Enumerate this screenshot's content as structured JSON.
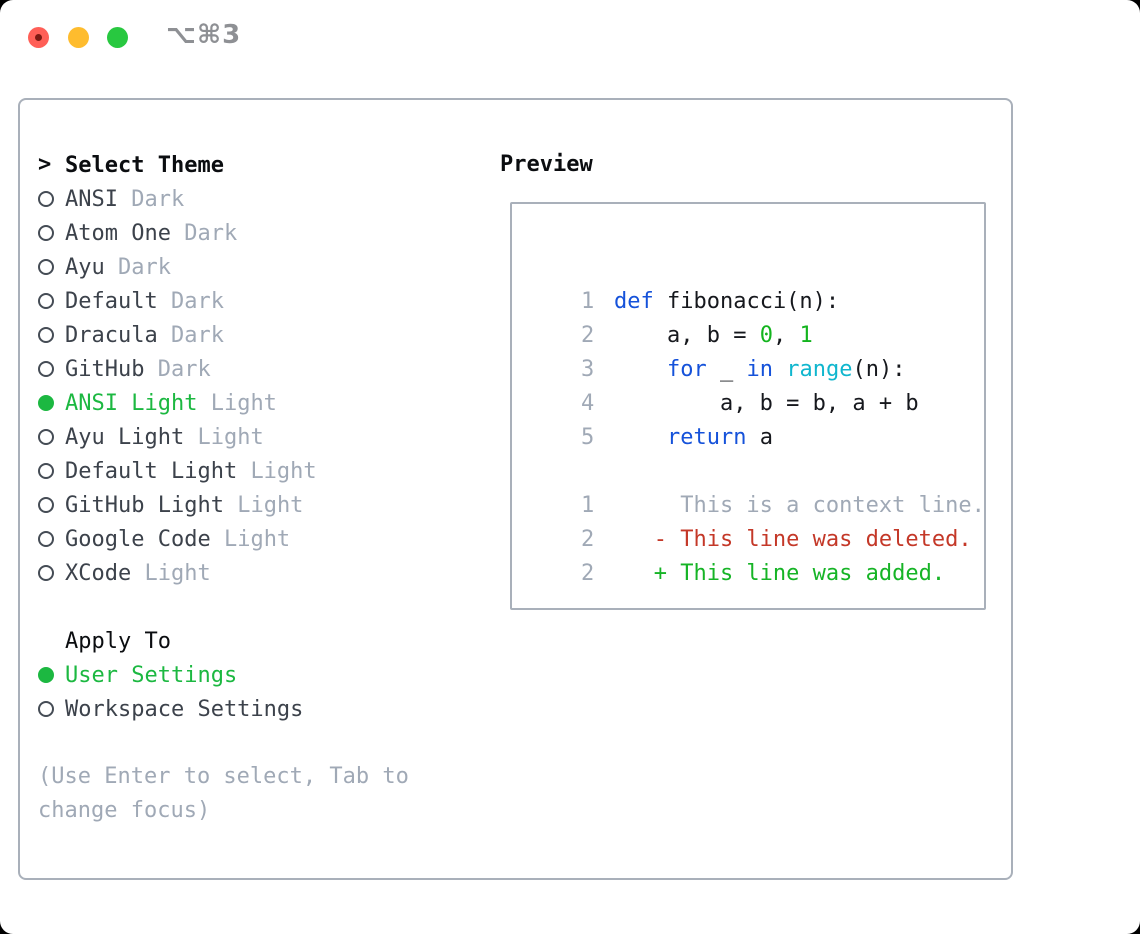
{
  "window": {
    "title": "⌥⌘3",
    "traffic_lights": [
      "close",
      "minimize",
      "zoom"
    ]
  },
  "left_panel": {
    "prompt": ">",
    "title": "Select Theme",
    "themes": [
      {
        "name": "ANSI",
        "variant": "Dark",
        "selected": false
      },
      {
        "name": "Atom One",
        "variant": "Dark",
        "selected": false
      },
      {
        "name": "Ayu",
        "variant": "Dark",
        "selected": false
      },
      {
        "name": "Default",
        "variant": "Dark",
        "selected": false
      },
      {
        "name": "Dracula",
        "variant": "Dark",
        "selected": false
      },
      {
        "name": "GitHub",
        "variant": "Dark",
        "selected": false
      },
      {
        "name": "ANSI Light",
        "variant": "Light",
        "selected": true
      },
      {
        "name": "Ayu Light",
        "variant": "Light",
        "selected": false
      },
      {
        "name": "Default Light",
        "variant": "Light",
        "selected": false
      },
      {
        "name": "GitHub Light",
        "variant": "Light",
        "selected": false
      },
      {
        "name": "Google Code",
        "variant": "Light",
        "selected": false
      },
      {
        "name": "XCode",
        "variant": "Light",
        "selected": false
      }
    ],
    "apply_to": {
      "title": "Apply To",
      "options": [
        {
          "label": "User Settings",
          "selected": true
        },
        {
          "label": "Workspace Settings",
          "selected": false
        }
      ]
    },
    "help_text": "(Use Enter to select, Tab to change focus)"
  },
  "preview": {
    "title": "Preview",
    "lines": [
      {
        "num": "1",
        "tokens": [
          {
            "t": "def",
            "c": "keyword"
          },
          {
            "t": " fibonacci(n):",
            "c": "plain"
          }
        ]
      },
      {
        "num": "2",
        "tokens": [
          {
            "t": "    a, b = ",
            "c": "plain"
          },
          {
            "t": "0",
            "c": "number"
          },
          {
            "t": ", ",
            "c": "plain"
          },
          {
            "t": "1",
            "c": "number"
          }
        ]
      },
      {
        "num": "3",
        "tokens": [
          {
            "t": "    ",
            "c": "plain"
          },
          {
            "t": "for",
            "c": "keyword"
          },
          {
            "t": " _ ",
            "c": "plain"
          },
          {
            "t": "in",
            "c": "keyword"
          },
          {
            "t": " ",
            "c": "plain"
          },
          {
            "t": "range",
            "c": "function"
          },
          {
            "t": "(n):",
            "c": "plain"
          }
        ]
      },
      {
        "num": "4",
        "tokens": [
          {
            "t": "        a, b = b, a + b",
            "c": "plain"
          }
        ]
      },
      {
        "num": "5",
        "tokens": [
          {
            "t": "    ",
            "c": "plain"
          },
          {
            "t": "return",
            "c": "keyword"
          },
          {
            "t": " a",
            "c": "plain"
          }
        ]
      },
      {
        "num": "",
        "tokens": []
      },
      {
        "num": "1",
        "tokens": [
          {
            "t": "     This is a context line.",
            "c": "context"
          }
        ]
      },
      {
        "num": "2",
        "tokens": [
          {
            "t": "   - This line was deleted.",
            "c": "deleted"
          }
        ]
      },
      {
        "num": "2",
        "tokens": [
          {
            "t": "   + This line was added.",
            "c": "added"
          }
        ]
      }
    ]
  },
  "colors": {
    "accent_green": "#1cb841",
    "keyword_blue": "#1552da",
    "function_cyan": "#10b6ce",
    "number_green": "#13b41e",
    "deleted_red": "#c43828",
    "added_green": "#16b426",
    "muted_gray": "#a0a9b6",
    "border_gray": "#a9b0ba",
    "light_red": "#ff5f57",
    "light_yellow": "#febc2e",
    "light_green": "#28c840"
  }
}
